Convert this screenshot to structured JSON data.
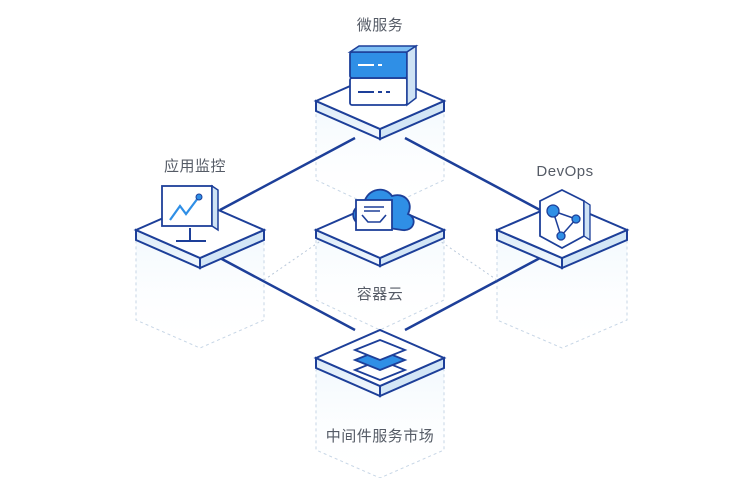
{
  "nodes": {
    "microservice": {
      "label": "微服务",
      "icon": "server-rack-icon"
    },
    "monitoring": {
      "label": "应用监控",
      "icon": "monitor-chart-icon"
    },
    "devops": {
      "label": "DevOps",
      "icon": "hexagon-network-icon"
    },
    "container": {
      "label": "容器云",
      "icon": "cloud-box-icon"
    },
    "middleware": {
      "label": "中间件服务市场",
      "icon": "layers-stack-icon"
    }
  },
  "colors": {
    "line": "#1d3f99",
    "accent": "#2f8fe6",
    "top": "#ffffff",
    "side": "#e6f2fb",
    "text": "#555b66"
  }
}
